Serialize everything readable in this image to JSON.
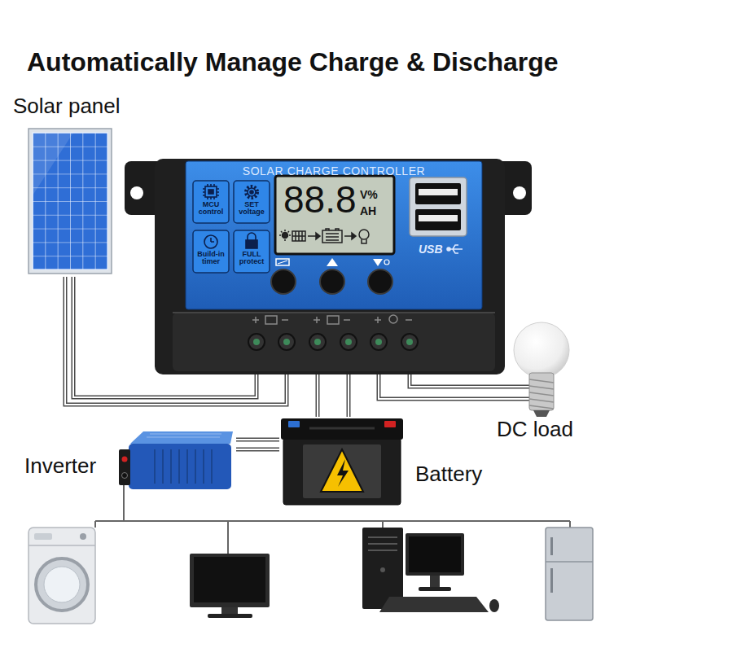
{
  "diagram": {
    "title": "Automatically Manage Charge & Discharge",
    "nodes": [
      {
        "text": [
          "Solar panel"
        ]
      },
      {
        "text": [
          "SOLAR CHARGE CONTROLLER"
        ]
      },
      {
        "text": [
          "MCU control"
        ],
        "in": 1
      },
      {
        "text": [
          "SET voltage"
        ],
        "in": 1
      },
      {
        "text": [
          "Build-in timer"
        ],
        "in": 1
      },
      {
        "text": [
          "FULL protect"
        ],
        "in": 1
      },
      {
        "text": [
          "88.8",
          "V%",
          "AH"
        ],
        "in": 1
      },
      {
        "text": [
          "DC load"
        ]
      },
      {
        "text": [
          "Inverter"
        ]
      },
      {
        "text": [
          "Battery"
        ]
      }
    ],
    "edges": [
      {
        "from": 0,
        "to": 1,
        "arrow": "none"
      },
      {
        "from": 1,
        "to": 9,
        "arrow": "none"
      },
      {
        "from": 1,
        "to": 7,
        "arrow": "none"
      },
      {
        "from": 9,
        "to": 8,
        "arrow": "none"
      }
    ],
    "labels": [
      "USB"
    ]
  }
}
